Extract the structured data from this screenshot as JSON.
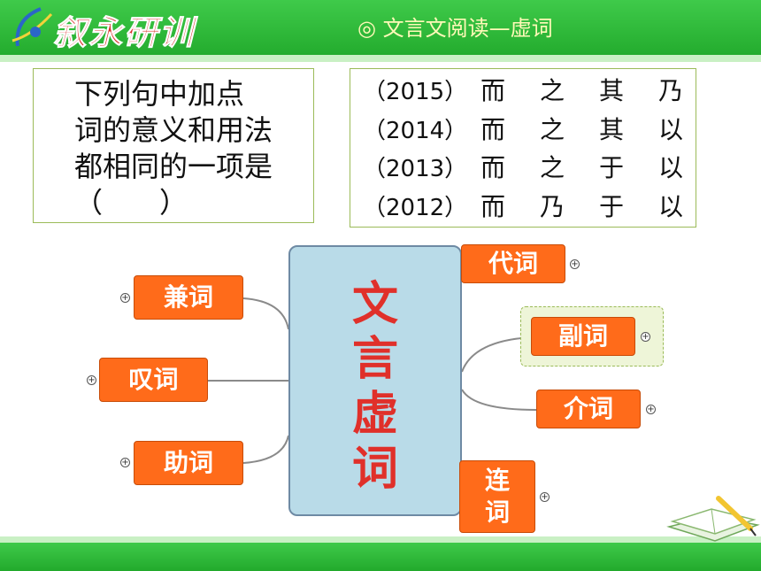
{
  "header": {
    "logo_text": "叙永研训",
    "title": "◎ 文言文阅读—虚词"
  },
  "question": {
    "lines": [
      "下列句中加点",
      "词的意义和用法",
      "都相同的一项是",
      "（　　）"
    ]
  },
  "answers": [
    {
      "year": "（2015）",
      "words": [
        "而",
        "之",
        "其",
        "乃"
      ]
    },
    {
      "year": "（2014）",
      "words": [
        "而",
        "之",
        "其",
        "以"
      ]
    },
    {
      "year": "（2013）",
      "words": [
        "而",
        "之",
        "于",
        "以"
      ]
    },
    {
      "year": "（2012）",
      "words": [
        "而",
        "乃",
        "于",
        "以"
      ]
    }
  ],
  "mindmap": {
    "center_chars": [
      "文",
      "言",
      "虚",
      "词"
    ],
    "nodes": {
      "daici": "代词",
      "fuci": "副词",
      "jieci": "介词",
      "lianci_top": "连",
      "lianci_bottom": "词",
      "jianci": "兼词",
      "tanci": "叹词",
      "zhuci": "助词"
    },
    "expand_symbol": "+"
  },
  "colors": {
    "header_green": "#22aa2c",
    "node_orange": "#ff6b1a",
    "center_blue": "#b9dbe8",
    "center_text_red": "#e0302a",
    "border_green": "#9bbb59"
  }
}
